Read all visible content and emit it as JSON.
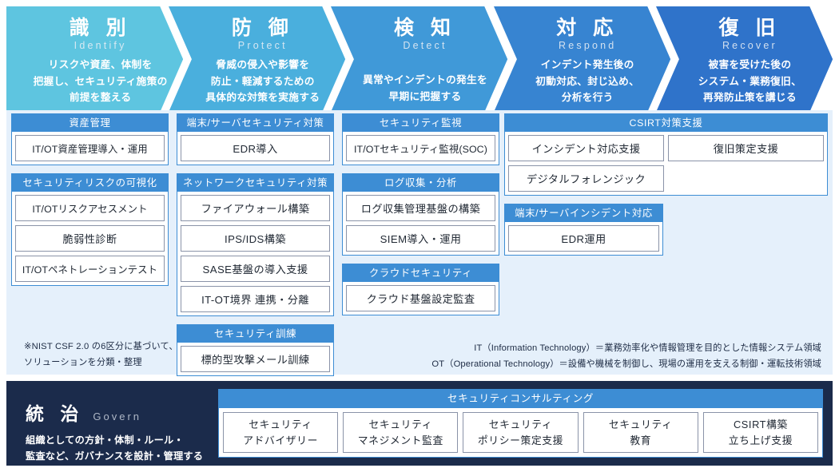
{
  "header": {
    "phases": [
      {
        "jp": "識 別",
        "en": "Identify",
        "desc": "リスクや資産、体制を\n把握し、セキュリティ施策の\n前提を整える",
        "color": "#5ec5e0"
      },
      {
        "jp": "防 御",
        "en": "Protect",
        "desc": "脅威の侵入や影響を\n防止・軽減するための\n具体的な対策を実施する",
        "color": "#4aafdd"
      },
      {
        "jp": "検 知",
        "en": "Detect",
        "desc": "異常やインデントの発生を\n早期に把握する",
        "color": "#4099d8"
      },
      {
        "jp": "対 応",
        "en": "Respond",
        "desc": "インデント発生後の\n初動対応、封じ込め、\n分析を行う",
        "color": "#3784d1"
      },
      {
        "jp": "復 旧",
        "en": "Recover",
        "desc": "被害を受けた後の\nシステム・業務復旧、\n再発防止策を講じる",
        "color": "#2f73ca"
      }
    ]
  },
  "columns": {
    "identify": [
      {
        "title": "資産管理",
        "items": [
          "IT/OT資産管理導入・運用"
        ]
      },
      {
        "title": "セキュリティリスクの可視化",
        "items": [
          "IT/OTリスクアセスメント",
          "脆弱性診断",
          "IT/OTペネトレーションテスト"
        ]
      }
    ],
    "protect": [
      {
        "title": "端末/サーバセキュリティ対策",
        "items": [
          "EDR導入"
        ]
      },
      {
        "title": "ネットワークセキュリティ対策",
        "items": [
          "ファイアウォール構築",
          "IPS/IDS構築",
          "SASE基盤の導入支援",
          "IT-OT境界 連携・分離"
        ]
      },
      {
        "title": "セキュリティ訓練",
        "items": [
          "標的型攻撃メール訓練"
        ]
      }
    ],
    "detect": [
      {
        "title": "セキュリティ監視",
        "items": [
          "IT/OTセキュリティ監視(SOC)"
        ]
      },
      {
        "title": "ログ収集・分析",
        "items": [
          "ログ収集管理基盤の構築",
          "SIEM導入・運用"
        ]
      },
      {
        "title": "クラウドセキュリティ",
        "items": [
          "クラウド基盤設定監査"
        ]
      }
    ],
    "respond_recover": [
      {
        "title": "CSIRT対策支援",
        "items": [
          "インシデント対応支援",
          "復旧策定支援",
          "デジタルフォレンジック"
        ]
      },
      {
        "title": "端末/サーバインシデント対応",
        "items": [
          "EDR運用"
        ]
      }
    ]
  },
  "notes": {
    "left_line1": "※NIST CSF 2.0 の6区分に基づいて、",
    "left_line2": "ソリューションを分類・整理",
    "right_line1": "IT（Information Technology）＝業務効率化や情報管理を目的とした情報システム領域",
    "right_line2": "OT（Operational Technology）＝設備や機械を制御し、現場の運用を支える制御・運転技術領域"
  },
  "govern": {
    "jp": "統 治",
    "en": "Govern",
    "desc_line1": "組織としての方針・体制・ルール・",
    "desc_line2": "監査など、ガバナンスを設計・管理する",
    "consulting": {
      "title": "セキュリティコンサルティング",
      "items": [
        {
          "line1": "セキュリティ",
          "line2": "アドバイザリー"
        },
        {
          "line1": "セキュリティ",
          "line2": "マネジメント監査"
        },
        {
          "line1": "セキュリティ",
          "line2": "ポリシー策定支援"
        },
        {
          "line1": "セキュリティ",
          "line2": "教育"
        },
        {
          "line1": "CSIRT構築",
          "line2": "立ち上げ支援"
        }
      ]
    }
  },
  "colors": {
    "accent_blue": "#3d8dd4",
    "panel_bg": "#e5f0fb",
    "govern_bg": "#1b2b4b",
    "item_border": "#8a93a8"
  }
}
